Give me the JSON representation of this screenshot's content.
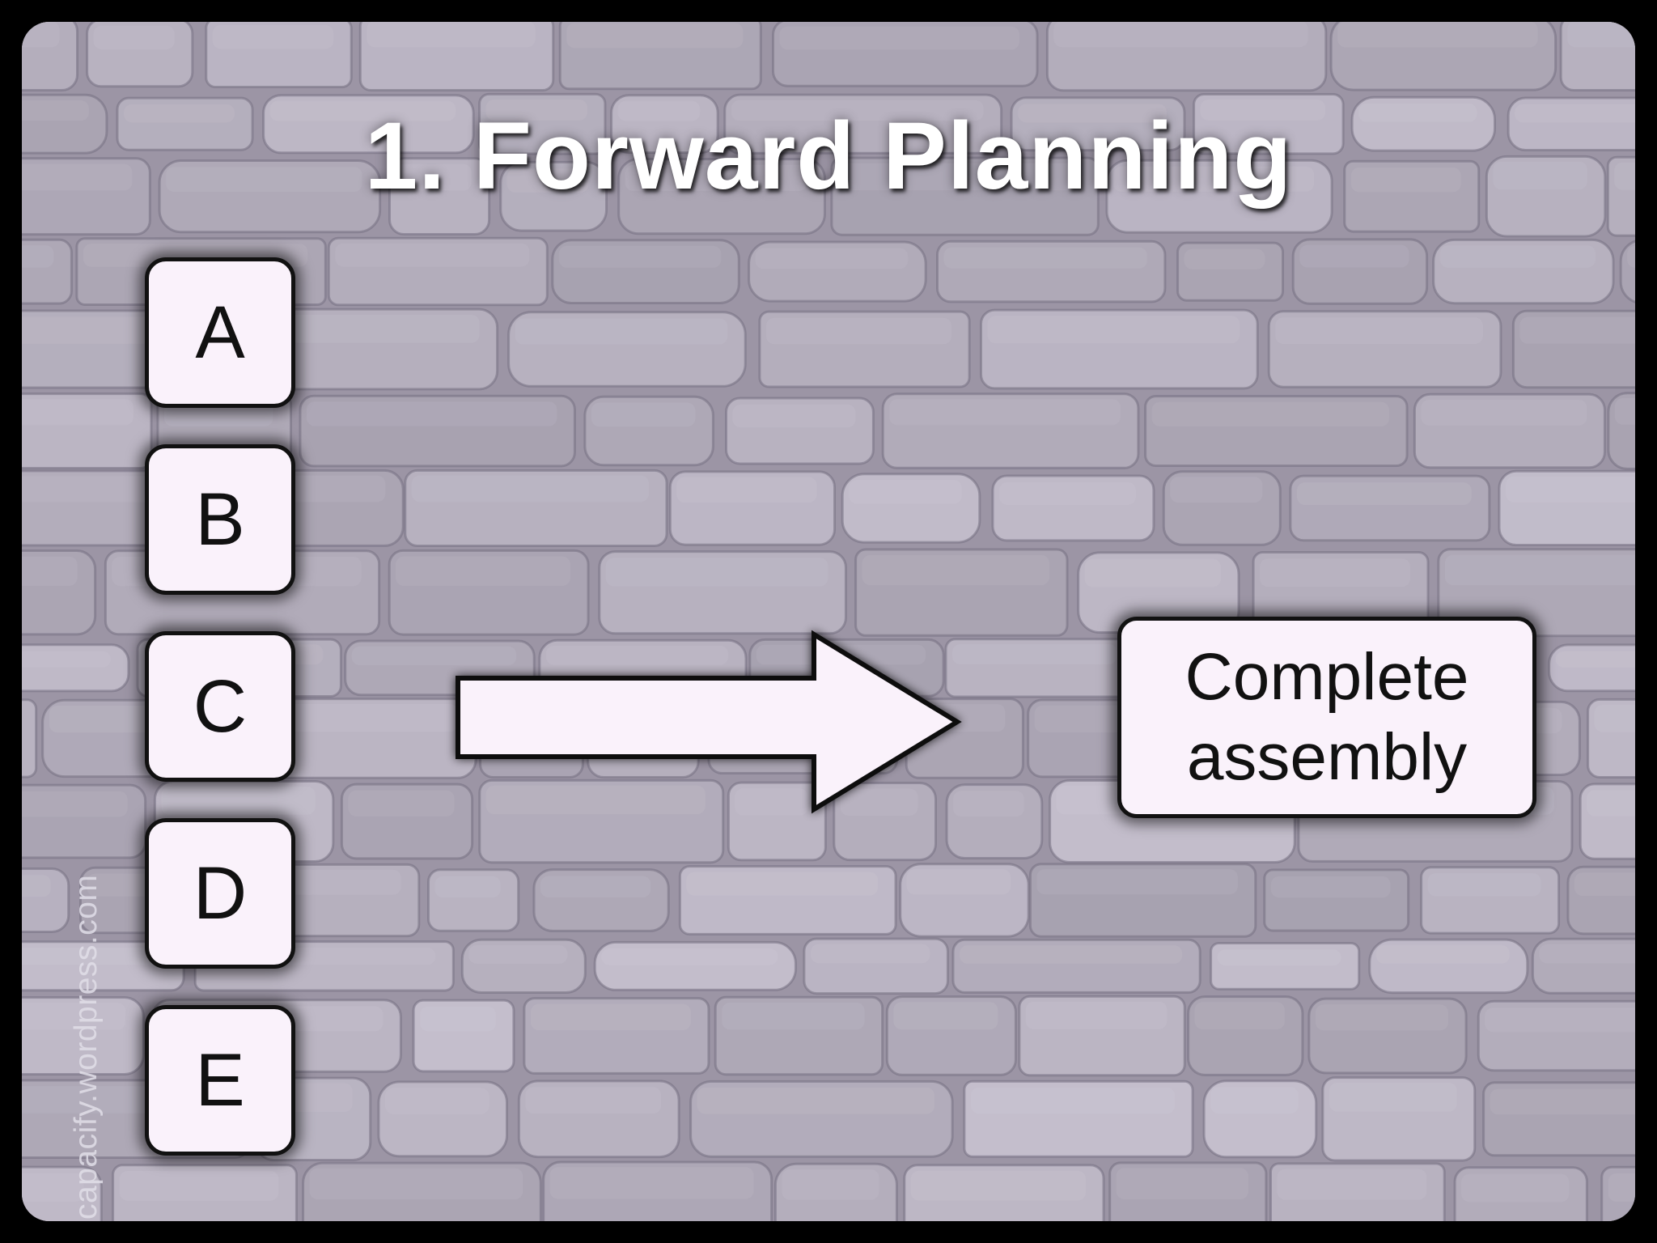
{
  "slide": {
    "title": "1. Forward Planning",
    "components": [
      {
        "label": "A"
      },
      {
        "label": "B"
      },
      {
        "label": "C"
      },
      {
        "label": "D"
      },
      {
        "label": "E"
      }
    ],
    "result_line1": "Complete",
    "result_line2": "assembly",
    "watermark": "capacify.wordpress.com"
  },
  "colors": {
    "box_fill": "#faf2fb",
    "box_border": "#111111",
    "background_stone": "#a8a2ad",
    "title_text": "#ffffff"
  }
}
